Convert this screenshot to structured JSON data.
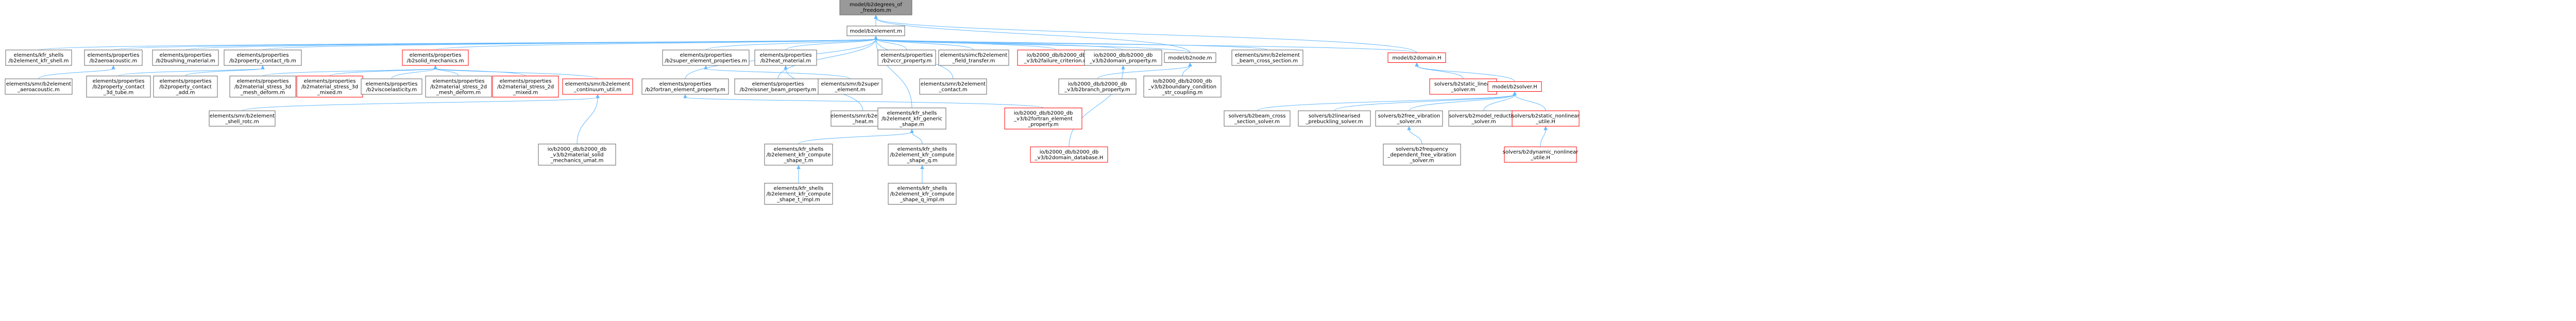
{
  "colors": {
    "edge": "#63b8ff",
    "node_border": "#666666",
    "red_border": "#ff0000",
    "root_fill": "#999999"
  },
  "nodes": [
    {
      "id": "root",
      "lines": [
        "model/b2degrees_of",
        "_freedom.m"
      ],
      "style": "root"
    },
    {
      "id": "element",
      "lines": [
        "model/b2element.m"
      ],
      "style": "normal"
    },
    {
      "id": "b2element_kfr",
      "lines": [
        "elements/kfr_shells",
        "/b2element_kfr_shell.m"
      ],
      "style": "normal"
    },
    {
      "id": "aeroacoustic",
      "lines": [
        "elements/properties",
        "/b2aeroacoustic.m"
      ],
      "style": "normal"
    },
    {
      "id": "bushing",
      "lines": [
        "elements/properties",
        "/b2bushing_material.m"
      ],
      "style": "normal"
    },
    {
      "id": "contact_rb",
      "lines": [
        "elements/properties",
        "/b2property_contact_rb.m"
      ],
      "style": "normal"
    },
    {
      "id": "solid_mech",
      "lines": [
        "elements/properties",
        "/b2solid_mechanics.m"
      ],
      "style": "red"
    },
    {
      "id": "super_el_prop",
      "lines": [
        "elements/properties",
        "/b2super_element_properties.m"
      ],
      "style": "normal"
    },
    {
      "id": "heat_mat",
      "lines": [
        "elements/properties",
        "/b2heat_material.m"
      ],
      "style": "normal"
    },
    {
      "id": "vccr",
      "lines": [
        "elements/properties",
        "/b2vccr_property.m"
      ],
      "style": "normal"
    },
    {
      "id": "field_transfer",
      "lines": [
        "elements/simcfb2element",
        "_field_transfer.m"
      ],
      "style": "normal"
    },
    {
      "id": "failure_crit",
      "lines": [
        "io/b2000_db/b2000_db",
        "_v3/b2failure_criterion.m"
      ],
      "style": "red"
    },
    {
      "id": "domain_prop",
      "lines": [
        "io/b2000_db/b2000_db",
        "_v3/b2domain_property.m"
      ],
      "style": "normal"
    },
    {
      "id": "node",
      "lines": [
        "model/b2node.m"
      ],
      "style": "normal"
    },
    {
      "id": "beam_cross",
      "lines": [
        "elements/smr/b2element",
        "_beam_cross_section.m"
      ],
      "style": "normal"
    },
    {
      "id": "domain",
      "lines": [
        "model/b2domain.H"
      ],
      "style": "red"
    },
    {
      "id": "aero_elem",
      "lines": [
        "elements/smr/b2element",
        "_aeroacoustic.m"
      ],
      "style": "normal"
    },
    {
      "id": "contact_3d_tube",
      "lines": [
        "elements/properties",
        "/b2property_contact",
        "_3d_tube.m"
      ],
      "style": "normal"
    },
    {
      "id": "contact_add",
      "lines": [
        "elements/properties",
        "/b2property_contact",
        "_add.m"
      ],
      "style": "normal"
    },
    {
      "id": "stress_3d_deform",
      "lines": [
        "elements/properties",
        "/b2material_stress_3d",
        "_mesh_deform.m"
      ],
      "style": "normal"
    },
    {
      "id": "stress_3d_mixed",
      "lines": [
        "elements/properties",
        "/b2material_stress_3d",
        "_mixed.m"
      ],
      "style": "red"
    },
    {
      "id": "viscoelastic",
      "lines": [
        "elements/properties",
        "/b2viscoelasticity.m"
      ],
      "style": "normal"
    },
    {
      "id": "stress_2d_deform",
      "lines": [
        "elements/properties",
        "/b2material_stress_2d",
        "_mesh_deform.m"
      ],
      "style": "normal"
    },
    {
      "id": "stress_2d_mixed",
      "lines": [
        "elements/properties",
        "/b2material_stress_2d",
        "_mixed.m"
      ],
      "style": "red"
    },
    {
      "id": "continuum_util",
      "lines": [
        "elements/smr/b2element",
        "_continuum_util.m"
      ],
      "style": "red"
    },
    {
      "id": "fortran_elem_prop",
      "lines": [
        "elements/properties",
        "/b2fortran_element_property.m"
      ],
      "style": "normal"
    },
    {
      "id": "reissner_beam",
      "lines": [
        "elements/properties",
        "/b2reissner_beam_property.m"
      ],
      "style": "normal"
    },
    {
      "id": "smr_super",
      "lines": [
        "elements/smr/b2super",
        "_element.m"
      ],
      "style": "normal"
    },
    {
      "id": "smr_contact",
      "lines": [
        "elements/smr/b2element",
        "_contact.m"
      ],
      "style": "normal"
    },
    {
      "id": "branch_prop",
      "lines": [
        "io/b2000_db/b2000_db",
        "_v3/b2branch_property.m"
      ],
      "style": "normal"
    },
    {
      "id": "boundary_cond",
      "lines": [
        "io/b2000_db/b2000_db",
        "_v3/b2boundary_condition",
        "_str_coupling.m"
      ],
      "style": "normal"
    },
    {
      "id": "static_linear",
      "lines": [
        "solvers/b2static_linear",
        "_solver.m"
      ],
      "style": "red"
    },
    {
      "id": "solver",
      "lines": [
        "model/b2solver.H"
      ],
      "style": "red"
    },
    {
      "id": "shell_rotc",
      "lines": [
        "elements/smr/b2element",
        "_shell_rotc.m"
      ],
      "style": "normal"
    },
    {
      "id": "smr_heat",
      "lines": [
        "elements/smr/b2element",
        "_heat.m"
      ],
      "style": "normal"
    },
    {
      "id": "kfr_generic",
      "lines": [
        "elements/kfr_shells",
        "/b2element_kfr_generic",
        "_shape.m"
      ],
      "style": "normal"
    },
    {
      "id": "fortran_elem",
      "lines": [
        "io/b2000_db/b2000_db",
        "_v3/b2fortran_element",
        "_property.m"
      ],
      "style": "red"
    },
    {
      "id": "beam_cross_solver",
      "lines": [
        "solvers/b2beam_cross",
        "_section_solver.m"
      ],
      "style": "normal"
    },
    {
      "id": "linearised",
      "lines": [
        "solvers/b2linearised",
        "_prebuckling_solver.m"
      ],
      "style": "normal"
    },
    {
      "id": "free_vib",
      "lines": [
        "solvers/b2free_vibration",
        "_solver.m"
      ],
      "style": "normal"
    },
    {
      "id": "model_red",
      "lines": [
        "solvers/b2model_reduction",
        "_solver.m"
      ],
      "style": "normal"
    },
    {
      "id": "static_nonlinear",
      "lines": [
        "solvers/b2static_nonlinear",
        "_utile.H"
      ],
      "style": "red"
    },
    {
      "id": "solid_mech_umat",
      "lines": [
        "io/b2000_db/b2000_db",
        "_v3/b2material_solid",
        "_mechanics_umat.m"
      ],
      "style": "normal"
    },
    {
      "id": "kfr_compute_tm",
      "lines": [
        "elements/kfr_shells",
        "/b2element_kfr_compute",
        "_shape_t.m"
      ],
      "style": "normal"
    },
    {
      "id": "kfr_compute_qm",
      "lines": [
        "elements/kfr_shells",
        "/b2element_kfr_compute",
        "_shape_q.m"
      ],
      "style": "normal"
    },
    {
      "id": "domain_db",
      "lines": [
        "io/b2000_db/b2000_db",
        "_v3/b2domain_database.H"
      ],
      "style": "red"
    },
    {
      "id": "freq_dep",
      "lines": [
        "solvers/b2frequency",
        "_dependent_free_vibration",
        "_solver.m"
      ],
      "style": "normal"
    },
    {
      "id": "dyn_nonlinear",
      "lines": [
        "solvers/b2dynamic_nonlinear",
        "_utile.H"
      ],
      "style": "red"
    },
    {
      "id": "kfr_compute_t_impl",
      "lines": [
        "elements/kfr_shells",
        "/b2element_kfr_compute",
        "_shape_t_impl.m"
      ],
      "style": "normal"
    },
    {
      "id": "kfr_compute_q_impl",
      "lines": [
        "elements/kfr_shells",
        "/b2element_kfr_compute",
        "_shape_q_impl.m"
      ],
      "style": "normal"
    }
  ],
  "edges": [
    [
      "element",
      "root"
    ],
    [
      "domain",
      "root"
    ],
    [
      "node",
      "root"
    ],
    [
      "b2element_kfr",
      "element"
    ],
    [
      "aeroacoustic",
      "element"
    ],
    [
      "bushing",
      "element"
    ],
    [
      "contact_rb",
      "element"
    ],
    [
      "solid_mech",
      "element"
    ],
    [
      "super_el_prop",
      "element"
    ],
    [
      "heat_mat",
      "element"
    ],
    [
      "vccr",
      "element"
    ],
    [
      "field_transfer",
      "element"
    ],
    [
      "failure_crit",
      "element"
    ],
    [
      "domain_prop",
      "element"
    ],
    [
      "node",
      "element"
    ],
    [
      "beam_cross",
      "element"
    ],
    [
      "domain",
      "element"
    ],
    [
      "aero_elem",
      "aeroacoustic"
    ],
    [
      "contact_3d_tube",
      "contact_rb"
    ],
    [
      "contact_add",
      "contact_rb"
    ],
    [
      "stress_3d_deform",
      "solid_mech"
    ],
    [
      "stress_3d_mixed",
      "solid_mech"
    ],
    [
      "viscoelastic",
      "solid_mech"
    ],
    [
      "stress_2d_deform",
      "solid_mech"
    ],
    [
      "stress_2d_mixed",
      "solid_mech"
    ],
    [
      "continuum_util",
      "solid_mech"
    ],
    [
      "fortran_elem_prop",
      "element"
    ],
    [
      "reissner_beam",
      "element"
    ],
    [
      "smr_super",
      "super_el_prop"
    ],
    [
      "smr_contact",
      "element"
    ],
    [
      "branch_prop",
      "node"
    ],
    [
      "boundary_cond",
      "node"
    ],
    [
      "static_linear",
      "domain"
    ],
    [
      "solver",
      "domain"
    ],
    [
      "shell_rotc",
      "continuum_util"
    ],
    [
      "smr_heat",
      "heat_mat"
    ],
    [
      "kfr_generic",
      "element"
    ],
    [
      "fortran_elem",
      "fortran_elem_prop"
    ],
    [
      "beam_cross_solver",
      "solver"
    ],
    [
      "linearised",
      "solver"
    ],
    [
      "free_vib",
      "solver"
    ],
    [
      "model_red",
      "solver"
    ],
    [
      "static_nonlinear",
      "solver"
    ],
    [
      "solid_mech_umat",
      "continuum_util"
    ],
    [
      "kfr_compute_tm",
      "kfr_generic"
    ],
    [
      "kfr_compute_qm",
      "kfr_generic"
    ],
    [
      "domain_db",
      "domain_prop"
    ],
    [
      "freq_dep",
      "free_vib"
    ],
    [
      "dyn_nonlinear",
      "static_nonlinear"
    ],
    [
      "kfr_compute_t_impl",
      "kfr_compute_tm"
    ],
    [
      "kfr_compute_q_impl",
      "kfr_compute_qm"
    ]
  ]
}
